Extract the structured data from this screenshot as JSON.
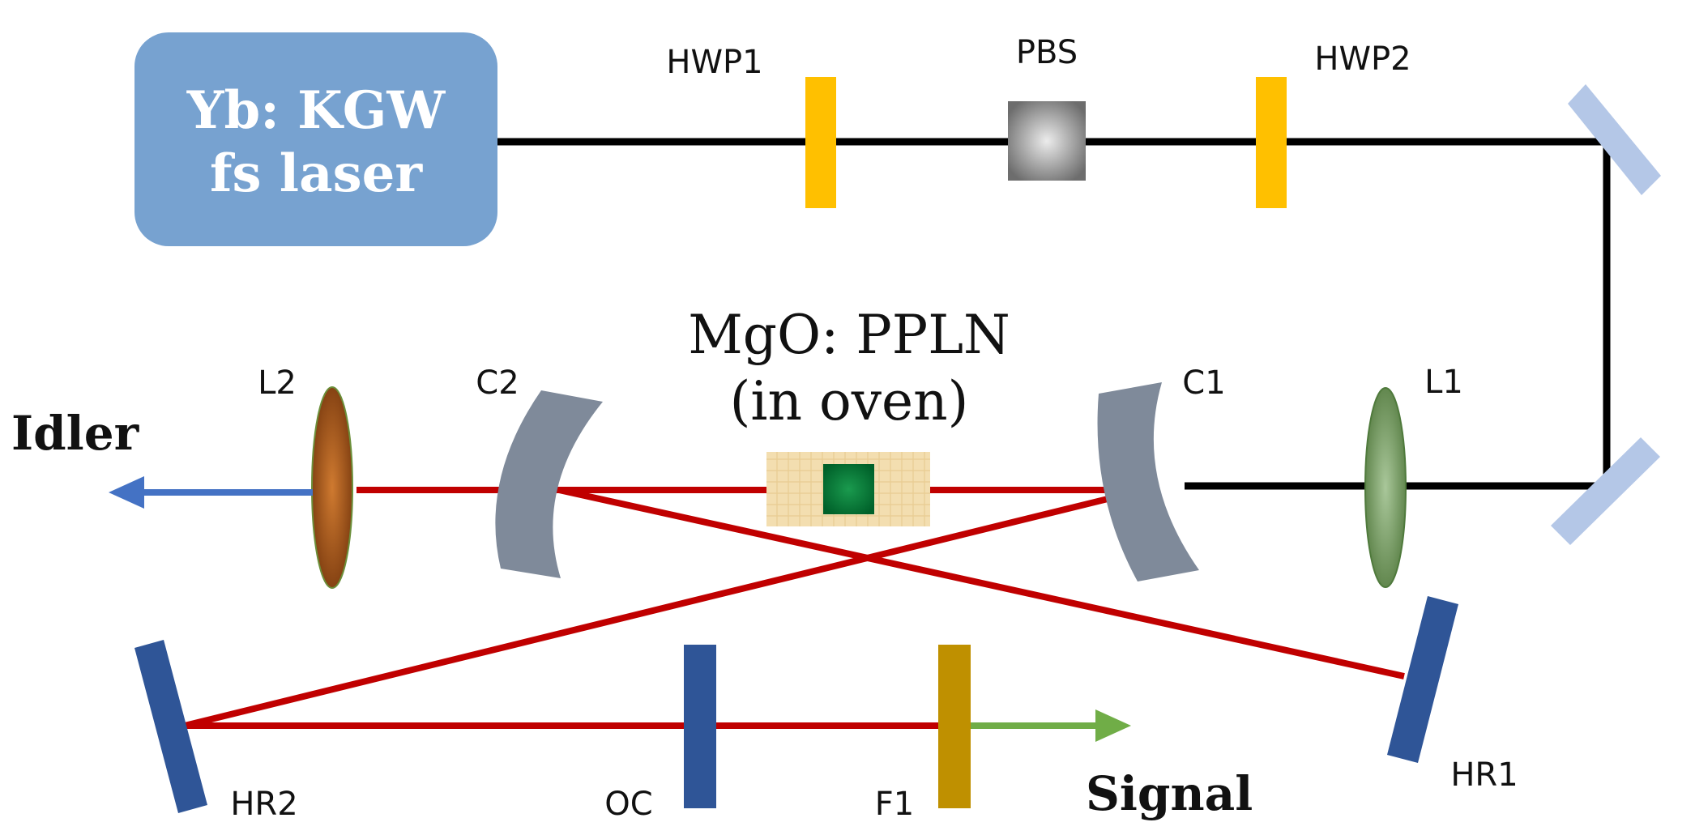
{
  "laser": {
    "line1": "Yb: KGW",
    "line2": "fs laser"
  },
  "components": {
    "hwp1": "HWP1",
    "pbs": "PBS",
    "hwp2": "HWP2",
    "l1": "L1",
    "l2": "L2",
    "c1": "C1",
    "c2": "C2",
    "hr1": "HR1",
    "hr2": "HR2",
    "oc": "OC",
    "f1": "F1"
  },
  "crystal": {
    "line1": "MgO: PPLN",
    "line2": "(in oven)"
  },
  "outputs": {
    "idler": "Idler",
    "signal": "Signal"
  },
  "colors": {
    "laser_box": "#77a2d0",
    "waveplate": "#ffc000",
    "pump_beam": "#000000",
    "cavity_beam": "#c00000",
    "idler_arrow": "#4472c4",
    "signal_arrow": "#70ad47",
    "concave_mirror": "#7f8a9a",
    "flat_mirror": "#2f5597",
    "steering_mirror": "#b4c7e7",
    "filter": "#bf9000",
    "oven": "#f3deb0",
    "crystal": "#00833c",
    "lens_l1": "#6f955a",
    "lens_l2": "#a4561c"
  }
}
